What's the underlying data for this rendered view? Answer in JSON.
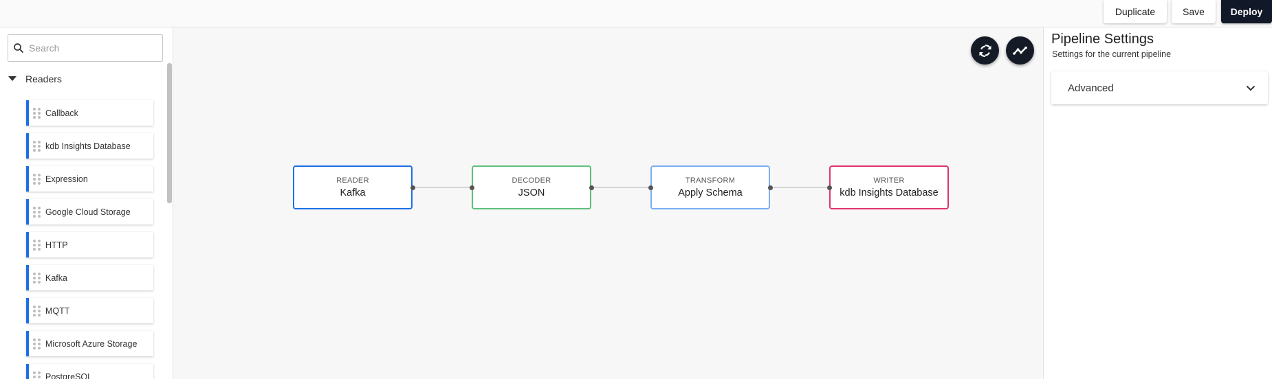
{
  "toolbar": {
    "duplicate_label": "Duplicate",
    "save_label": "Save",
    "deploy_label": "Deploy"
  },
  "sidebar": {
    "search_placeholder": "Search",
    "section_label": "Readers",
    "items": [
      {
        "label": "Callback"
      },
      {
        "label": "kdb Insights Database"
      },
      {
        "label": "Expression"
      },
      {
        "label": "Google Cloud Storage"
      },
      {
        "label": "HTTP"
      },
      {
        "label": "Kafka"
      },
      {
        "label": "MQTT"
      },
      {
        "label": "Microsoft Azure Storage"
      },
      {
        "label": "PostgreSQL"
      }
    ]
  },
  "canvas": {
    "nodes": [
      {
        "type": "READER",
        "name": "Kafka",
        "color": "#1d6fe8"
      },
      {
        "type": "DECODER",
        "name": "JSON",
        "color": "#5fbf7c"
      },
      {
        "type": "TRANSFORM",
        "name": "Apply Schema",
        "color": "#7aaef5"
      },
      {
        "type": "WRITER",
        "name": "kdb Insights Database",
        "color": "#e0336b"
      }
    ],
    "icons": [
      "refresh-icon",
      "trend-icon"
    ]
  },
  "settings": {
    "title": "Pipeline Settings",
    "subtitle": "Settings for the current pipeline",
    "accordion_label": "Advanced"
  },
  "colors": {
    "accent": "#1d6fe8",
    "dark_button": "#111827"
  }
}
